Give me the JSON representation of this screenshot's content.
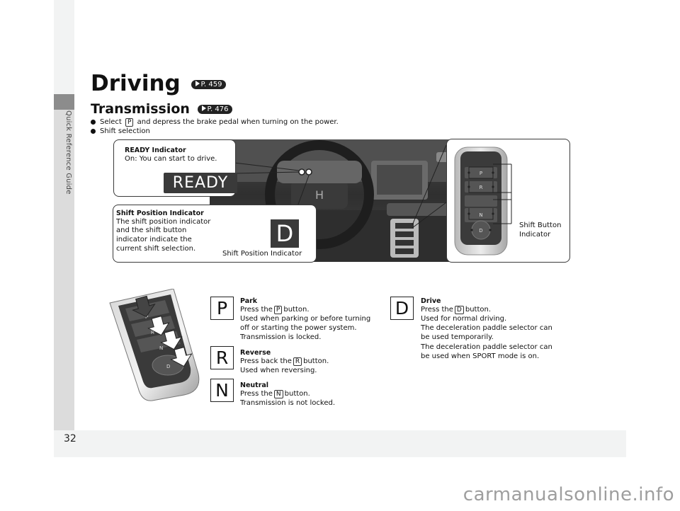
{
  "side_label": "Quick Reference Guide",
  "page_number": "32",
  "watermark": "carmanualsonline.info",
  "title": "Driving",
  "title_ref": "P. 459",
  "subtitle": "Transmission",
  "subtitle_ref": "P. 476",
  "bullets": {
    "b1_pre": "Select",
    "b1_key": "P",
    "b1_post": "and depress the brake pedal when turning on the power.",
    "b2": "Shift selection"
  },
  "ready_callout": {
    "title": "READY Indicator",
    "text": "On: You can start to drive.",
    "badge": "READY"
  },
  "shift_callout": {
    "title": "Shift Position Indicator",
    "lines": [
      "The shift position indicator",
      "and the shift button",
      "indicator indicate the",
      "current shift selection."
    ],
    "badge": "D",
    "badge_caption": "Shift Position Indicator"
  },
  "button_panel": {
    "labels": [
      "P",
      "R",
      "N",
      "D"
    ],
    "caption_lines": [
      "Shift Button",
      "Indicator"
    ]
  },
  "console_labels": [
    "P",
    "R",
    "N",
    "D"
  ],
  "sections": {
    "park": {
      "letter": "P",
      "title": "Park",
      "line1_pre": "Press the",
      "line1_key": "P",
      "line1_post": "button.",
      "lines": [
        "Used when parking or before turning",
        "off or starting the power system.",
        "Transmission is locked."
      ]
    },
    "reverse": {
      "letter": "R",
      "title": "Reverse",
      "line1_pre": "Press back the",
      "line1_key": "R",
      "line1_post": "button.",
      "lines": [
        "Used when reversing."
      ]
    },
    "neutral": {
      "letter": "N",
      "title": "Neutral",
      "line1_pre": "Press the",
      "line1_key": "N",
      "line1_post": "button.",
      "lines": [
        "Transmission is not locked."
      ]
    },
    "drive": {
      "letter": "D",
      "title": "Drive",
      "line1_pre": "Press the",
      "line1_key": "D",
      "line1_post": "button.",
      "lines": [
        "Used for normal driving.",
        "The deceleration paddle selector can",
        "be used temporarily.",
        "The deceleration paddle selector can",
        "be used when SPORT mode is on."
      ]
    }
  }
}
